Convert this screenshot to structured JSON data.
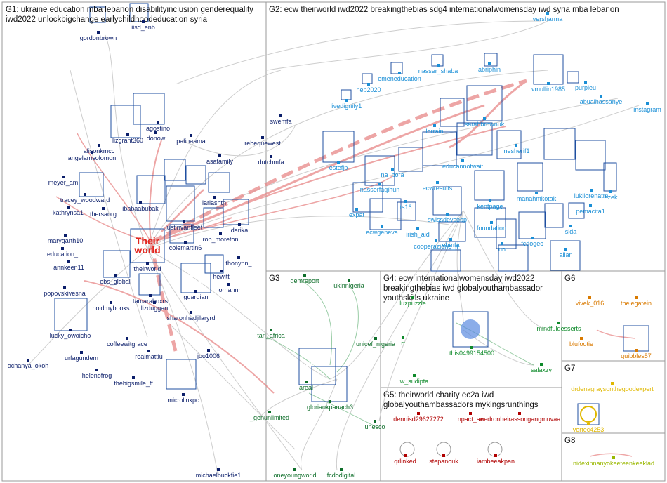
{
  "groups": [
    {
      "id": "G1",
      "title": [
        "G1: ukraine education mba lebanon disabilityinclusion genderequality",
        "iwd2022 unlockbigchange earlychildhoodeducation syria"
      ],
      "color": "#0b1e6a"
    },
    {
      "id": "G2",
      "title": [
        "G2: ecw theirworld iwd2022 breakingthebias sdg4 internationalwomensday iwd syria mba lebanon"
      ],
      "color": "#1b8fd6"
    },
    {
      "id": "G3",
      "title": [
        "G3"
      ],
      "color": "#0e6e2a"
    },
    {
      "id": "G4",
      "title": [
        "G4: ecw internationalwomensday iwd2022",
        "breakingthebias iwd globalyouthambassador",
        "youthskills ukraine"
      ],
      "color": "#0e8a2a"
    },
    {
      "id": "G5",
      "title": [
        "G5: theirworld charity ec2a iwd",
        "globalyouthambassadors mykingsrunthings"
      ],
      "color": "#b00000"
    },
    {
      "id": "G6",
      "title": [
        "G6"
      ],
      "color": "#d97a00"
    },
    {
      "id": "G7",
      "title": [
        "G7"
      ],
      "color": "#e0b800"
    },
    {
      "id": "G8",
      "title": [
        "G8"
      ],
      "color": "#9ab800"
    }
  ],
  "nodes": {
    "G1": [
      "gordonbrown",
      "iisd_enb",
      "agostino",
      "lizgrant360",
      "donow",
      "palinaama",
      "alisonkmcc",
      "angelamsolomon",
      "asafamily",
      "meyer_am",
      "tracey_woodward",
      "kathrynsa1",
      "thersaorg",
      "ibabaabubak",
      "larlashth",
      "justinvanfleet",
      "darika",
      "marygarth10",
      "colemartin6",
      "rob_moreton",
      "education_",
      "thonynn_",
      "annkeen11",
      "theirworld",
      "ebs_global",
      "hewitt",
      "lorriannr",
      "popovskivesna",
      "tamaraboxrs",
      "guardian",
      "holdmybooks",
      "lizduggan",
      "sharonhadjilaryrd",
      "lucky_owoicho",
      "coffeewitgrace",
      "urfagundem",
      "realmattlu",
      "joo1006",
      "ochanya_okoh",
      "helenofrog",
      "thebigsmile_ff",
      "microlinkpc",
      "michaelbuckfie1",
      "rebequewest",
      "dutchmfa",
      "swemfa"
    ],
    "G2": [
      "versharma",
      "nasser_shaba",
      "abriphin",
      "emeneducation",
      "nep2020",
      "vmullin1985",
      "purpleu",
      "livedignity1",
      "abualhassanye",
      "instagram",
      "sarahbrownuk",
      "lorrain",
      "estefjp",
      "educannotwait",
      "inesherif1",
      "na_bora",
      "nasserfaqihun",
      "ecwresults",
      "kentpage",
      "manahmkotak",
      "lukllorenatm",
      "ezek",
      "expat",
      "its16",
      "ecwgeneva",
      "swissdevcoop",
      "irish_aid",
      "foundation",
      "pemacita1",
      "sida",
      "ehmfa",
      "cooperazione_it",
      "un",
      "fcdogec",
      "allan"
    ],
    "G3": [
      "gemreport",
      "ukinnigeria",
      "tarl_africa",
      "unicef_nigeria",
      "_genunlimited",
      "areal",
      "gloriaokpanach3",
      "unesco",
      "oneyoungworld",
      "fcdodigital"
    ],
    "G4": [
      "luzpuzzle",
      "mindfuldesserts",
      "this0499154500",
      "salaxzy",
      "w_sudipta",
      "rt"
    ],
    "G5": [
      "dennisd29627272",
      "npact_se",
      "medronheirassongangmuvaa",
      "qrlinked",
      "stepanouk",
      "iambeeakpan"
    ],
    "G6": [
      "vivek_016",
      "thelegatein",
      "blufootie",
      "quibbles57"
    ],
    "G7": [
      "drdenagraysonthegoodexpert",
      "vortec4253"
    ],
    "G8": [
      "nidexinnanyokeeteenkeeklad"
    ]
  }
}
